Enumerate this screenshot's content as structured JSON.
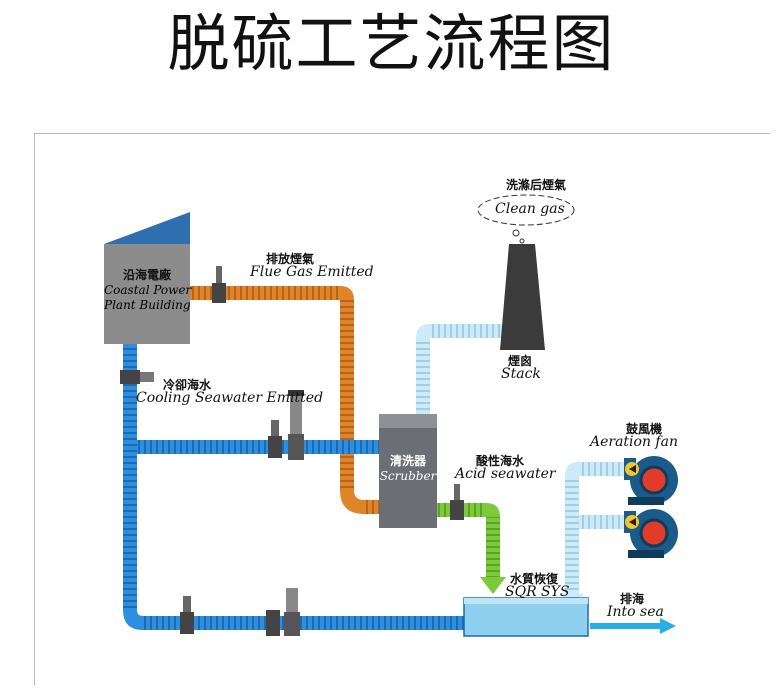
{
  "title": "脱硫工艺流程图",
  "nodes": {
    "power_plant": {
      "zh": "沿海電廠",
      "en_line1": "Coastal Power",
      "en_line2": "Plant Building"
    },
    "flue_gas": {
      "zh": "排放煙氣",
      "en": "Flue Gas Emitted"
    },
    "cooling_water": {
      "zh": "冷卻海水",
      "en": "Cooling Seawater  Emitted"
    },
    "scrubber": {
      "zh": "清洗器",
      "en": "Scrubber"
    },
    "acid_seawater": {
      "zh": "酸性海水",
      "en": "Acid seawater"
    },
    "stack": {
      "zh": "煙囪",
      "en": "Stack"
    },
    "clean_gas": {
      "zh": "洗滌后煙氣",
      "en": "Clean gas"
    },
    "aeration_fan": {
      "zh": "鼓風機",
      "en": "Aeration fan"
    },
    "sqr_sys": {
      "zh": "水質恢復",
      "en": "SQR SYS"
    },
    "into_sea": {
      "zh": "排海",
      "en": "Into sea"
    }
  },
  "colors": {
    "building": "#8c8c8c",
    "building_roof": "#2f6fb0",
    "flue_gas_pipe": "#e0842a",
    "seawater_pipe": "#2e8fe0",
    "clean_gas_pipe": "#bfe3f5",
    "acid_pipe": "#7cc93c",
    "scrubber": "#6b6e72",
    "stack": "#3b3b3b",
    "sqr_tank": "#8fd0f0",
    "into_sea_arrow": "#27aee8",
    "fan_body": "#1a5b8a",
    "fan_core": "#e23b2a"
  }
}
